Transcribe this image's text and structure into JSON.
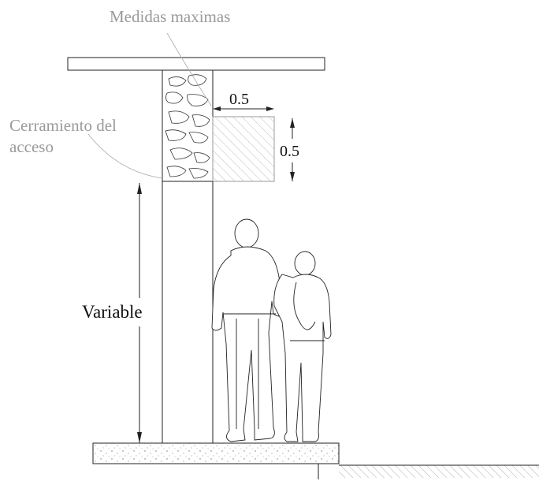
{
  "labels": {
    "title": "Medidas maximas",
    "enclosure_line1": "Cerramiento del",
    "enclosure_line2": "acceso",
    "height": "Variable"
  },
  "dimensions": {
    "width_label": "0.5",
    "depth_label": "0.5"
  },
  "colors": {
    "line": "#222222",
    "annotation": "#9a9a9a",
    "hatch": "#bdbdbd",
    "text": "#111111"
  }
}
